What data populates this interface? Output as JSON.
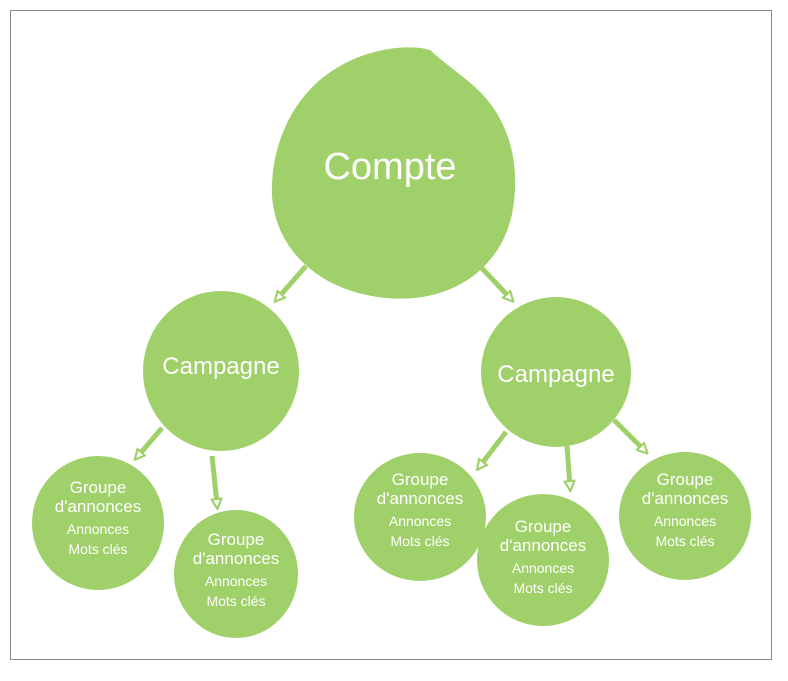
{
  "colors": {
    "node_fill": "#9fd06a",
    "text": "#ffffff",
    "arrow": "#9fd06a",
    "border": "#8a8a8a"
  },
  "root": {
    "label": "Compte"
  },
  "campaigns": [
    {
      "label": "Campagne",
      "groups": [
        {
          "label": "Groupe d'annonces",
          "items": [
            "Annonces",
            "Mots clés"
          ]
        },
        {
          "label": "Groupe d'annonces",
          "items": [
            "Annonces",
            "Mots clés"
          ]
        }
      ]
    },
    {
      "label": "Campagne",
      "groups": [
        {
          "label": "Groupe d'annonces",
          "items": [
            "Annonces",
            "Mots clés"
          ]
        },
        {
          "label": "Groupe d'annonces",
          "items": [
            "Annonces",
            "Mots clés"
          ]
        },
        {
          "label": "Groupe d'annonces",
          "items": [
            "Annonces",
            "Mots clés"
          ]
        }
      ]
    }
  ]
}
